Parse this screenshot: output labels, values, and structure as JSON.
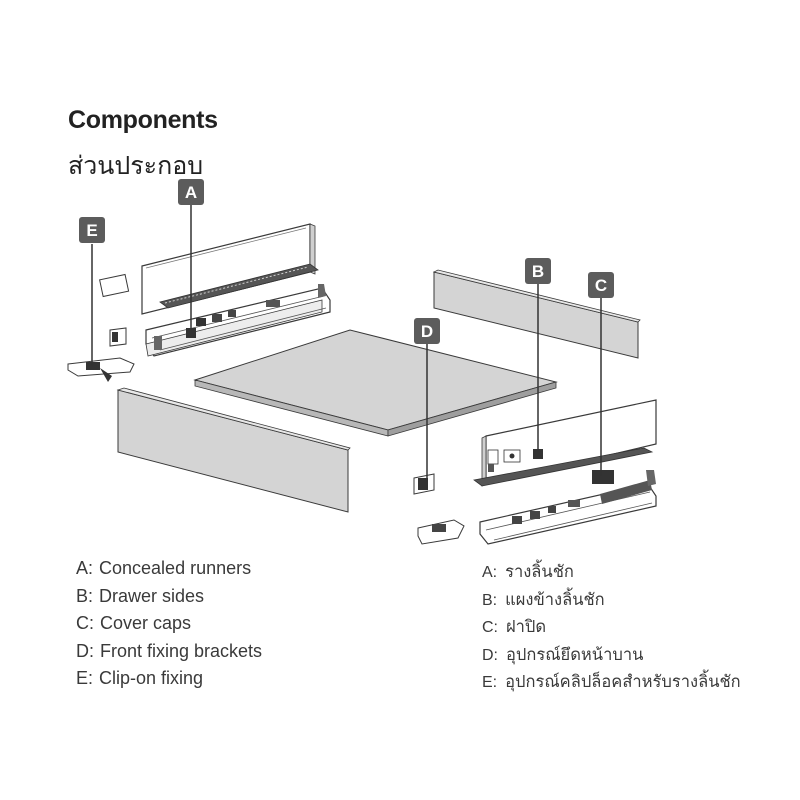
{
  "title": "Components",
  "subtitle": "ส่วนประกอบ",
  "labels": {
    "a": "A",
    "b": "B",
    "c": "C",
    "d": "D",
    "e": "E"
  },
  "legend_en": [
    {
      "key": "A:",
      "text": "Concealed runners"
    },
    {
      "key": "B:",
      "text": "Drawer sides"
    },
    {
      "key": "C:",
      "text": "Cover caps"
    },
    {
      "key": "D:",
      "text": "Front fixing brackets"
    },
    {
      "key": "E:",
      "text": "Clip-on fixing"
    }
  ],
  "legend_th": [
    {
      "key": "A:",
      "text": "รางลิ้นชัก"
    },
    {
      "key": "B:",
      "text": "แผงข้างลิ้นชัก"
    },
    {
      "key": "C:",
      "text": "ฝาปิด"
    },
    {
      "key": "D:",
      "text": "อุปกรณ์ยึดหน้าบาน"
    },
    {
      "key": "E:",
      "text": "อุปกรณ์คลิปล็อคสำหรับรางลิ้นชัก"
    }
  ],
  "colors": {
    "tag_fill": "#5c5c5c",
    "panel_fill": "#d4d4d4",
    "outline": "#3a3a3a"
  }
}
